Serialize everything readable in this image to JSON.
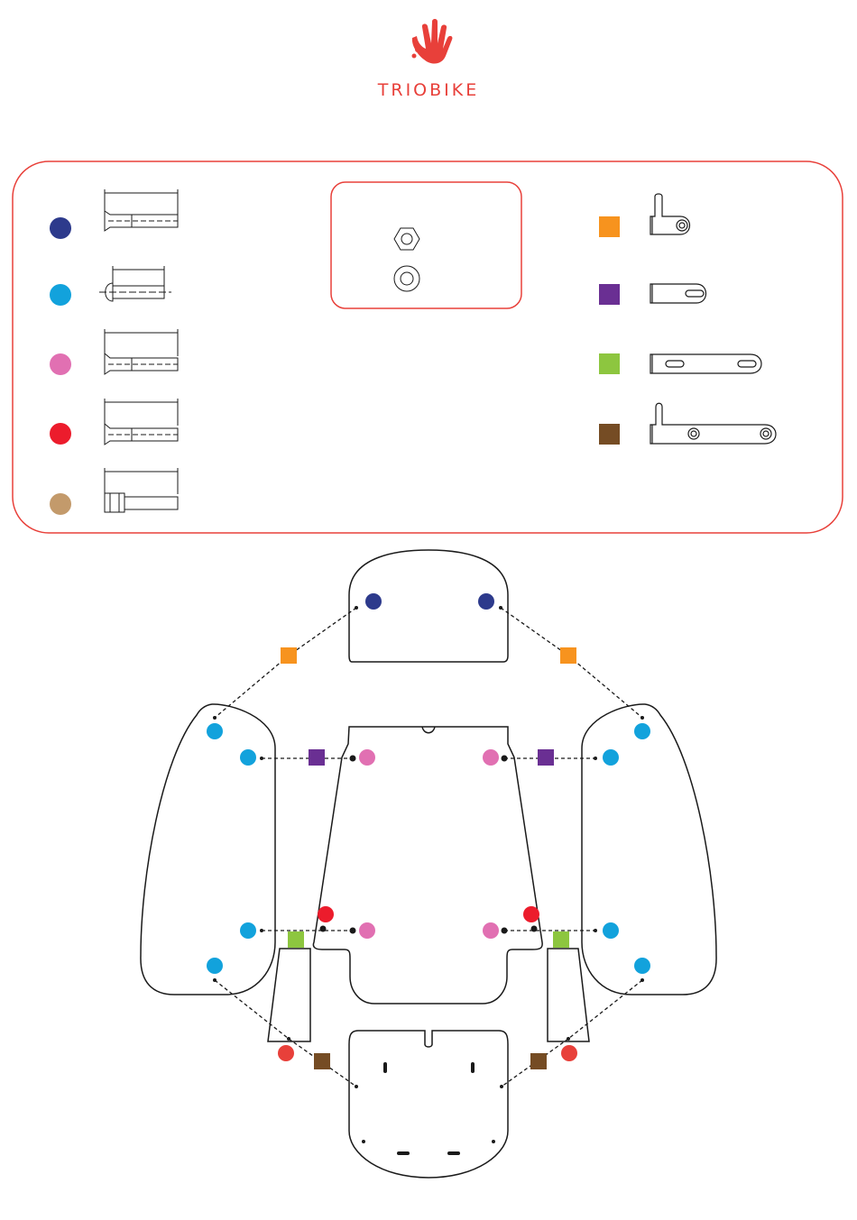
{
  "brand": {
    "name": "TRIOBIKE",
    "color": "#e8403a",
    "logo_icon": "hand-icon"
  },
  "colors": {
    "navy": "#2d3a8c",
    "cyan": "#12a2dc",
    "pink": "#e170b2",
    "red": "#ec1c2c",
    "tan": "#c39a6b",
    "orange": "#f7931e",
    "purple": "#6a2f93",
    "green": "#8dc63f",
    "brown": "#754c24",
    "frame": "#e8403a",
    "outline": "#1a1a1a"
  },
  "legend": {
    "screws": [
      {
        "color": "navy",
        "icon": "countersunk-screw-icon"
      },
      {
        "color": "cyan",
        "icon": "button-head-screw-icon"
      },
      {
        "color": "pink",
        "icon": "countersunk-screw-icon"
      },
      {
        "color": "red",
        "icon": "countersunk-screw-icon"
      },
      {
        "color": "tan",
        "icon": "socket-cap-screw-icon"
      }
    ],
    "hardware": [
      {
        "icon": "hex-nut-icon"
      },
      {
        "icon": "washer-icon"
      }
    ],
    "brackets": [
      {
        "color": "orange",
        "icon": "angle-bracket-icon"
      },
      {
        "color": "purple",
        "icon": "short-slotted-bracket-icon"
      },
      {
        "color": "green",
        "icon": "long-slotted-bracket-icon"
      },
      {
        "color": "brown",
        "icon": "long-angle-bracket-icon"
      }
    ]
  },
  "assembly": {
    "panels": [
      "top-panel",
      "left-side-panel",
      "right-side-panel",
      "center-back-panel",
      "left-strip-panel",
      "right-strip-panel",
      "bottom-seat-panel"
    ]
  }
}
